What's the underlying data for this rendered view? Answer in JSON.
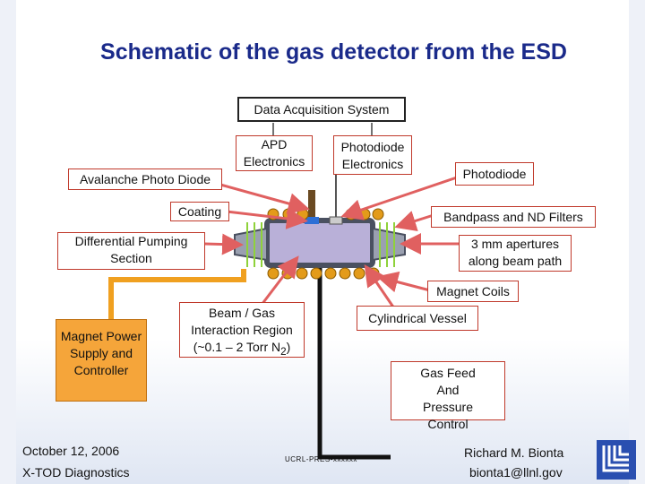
{
  "title": "Schematic of the gas detector from the ESD",
  "labels": {
    "daq": "Data Acquisition System",
    "apd_electronics": "APD Electronics",
    "photodiode_electronics": "Photodiode Electronics",
    "avalanche_photo_diode": "Avalanche Photo Diode",
    "photodiode": "Photodiode",
    "coating": "Coating",
    "filters": "Bandpass and ND Filters",
    "differential_pumping": "Differential Pumping Section",
    "apertures": "3 mm apertures along beam path",
    "magnet_coils": "Magnet Coils",
    "magnet_power": "Magnet Power Supply and Controller",
    "beam_gas": "Beam / Gas Interaction Region",
    "pressure_prefix": "(~0.1 – 2 Torr N",
    "pressure_sub": "2",
    "pressure_suffix": ")",
    "cylindrical_vessel": "Cylindrical Vessel",
    "gas_feed": "Gas Feed And Pressure Control"
  },
  "footer": {
    "date": "October 12, 2006",
    "project": "X-TOD Diagnostics",
    "doc_id": "UCRL-PRES-xxxxxx",
    "author": "Richard M. Bionta",
    "email": "bionta1@llnl.gov"
  },
  "colors": {
    "title": "#1a2a8a",
    "label_border": "#c0392b",
    "arrow": "#e06060",
    "vessel_outer": "#4a5060",
    "vessel_inner": "#b9b0d8",
    "coil": "#e39b1a",
    "filter_line": "#8fd23a",
    "magnet_line": "#f0a020",
    "magnet_box": "#f5a53a"
  },
  "icons": [
    "llnl-logo-icon"
  ]
}
